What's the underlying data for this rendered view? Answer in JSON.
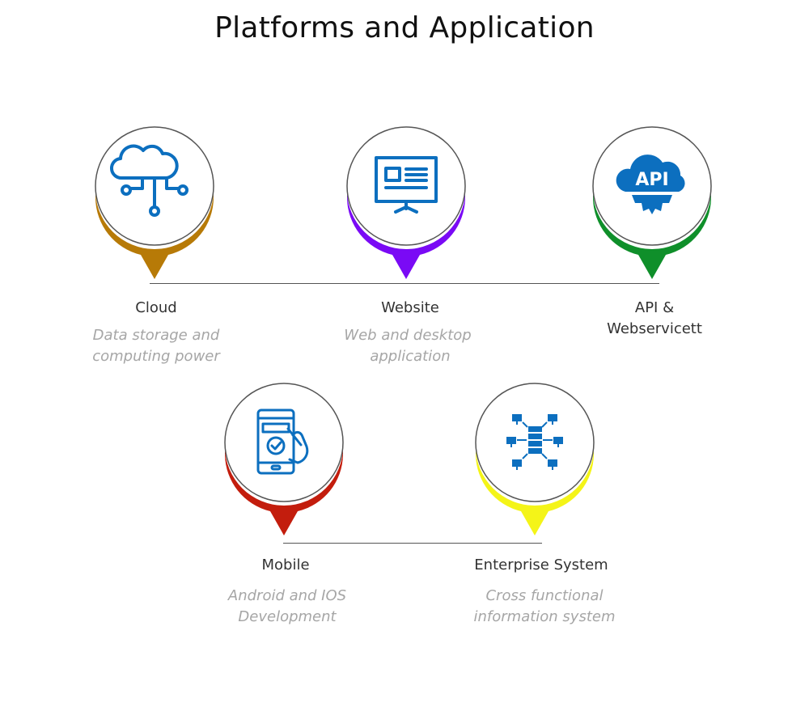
{
  "title": "Platforms and Application",
  "icon_color": "#0c6fbf",
  "items": [
    {
      "id": "cloud",
      "label": "Cloud",
      "description_line1": "Data storage and",
      "description_line2": "computing power",
      "color": "#b77a07",
      "icon": "cloud-network-icon"
    },
    {
      "id": "website",
      "label": "Website",
      "description_line1": "Web and desktop",
      "description_line2": "application",
      "color": "#7a0af5",
      "icon": "monitor-icon"
    },
    {
      "id": "api",
      "label_line1": "API &",
      "label_line2": "Webservicett",
      "color": "#0f8f2a",
      "icon": "api-cloud-gear-icon"
    },
    {
      "id": "mobile",
      "label": "Mobile",
      "description_line1": "Android and IOS",
      "description_line2": "Development",
      "color": "#c31d0d",
      "icon": "mobile-touch-icon"
    },
    {
      "id": "enterprise",
      "label": "Enterprise System",
      "description_line1": "Cross functional",
      "description_line2": "information system",
      "color": "#f4f418",
      "icon": "server-network-icon"
    }
  ]
}
